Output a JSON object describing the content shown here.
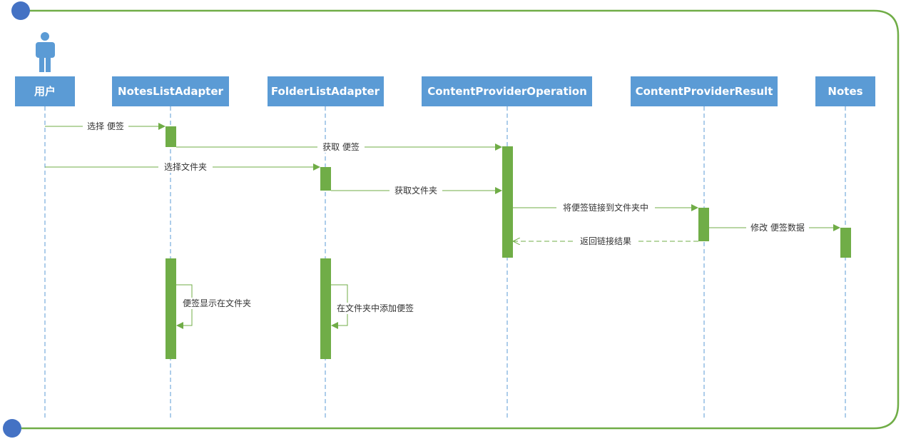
{
  "colors": {
    "frame": "#70ad47",
    "corner_dot": "#4472c4",
    "actor_box": "#5b9bd5",
    "actor_text": "#ffffff",
    "lifeline": "#5b9bd5",
    "activation": "#70ad47",
    "message": "#70ad47",
    "label": "#333333"
  },
  "icons": {
    "user": "person-icon"
  },
  "participants": [
    {
      "id": "user",
      "label": "用户",
      "has_icon": true
    },
    {
      "id": "notes_list_adapter",
      "label": "NotesListAdapter"
    },
    {
      "id": "folder_list_adapter",
      "label": "FolderListAdapter"
    },
    {
      "id": "content_provider_operation",
      "label": "ContentProviderOperation"
    },
    {
      "id": "content_provider_result",
      "label": "ContentProviderResult"
    },
    {
      "id": "notes",
      "label": "Notes"
    }
  ],
  "messages": [
    {
      "from": "user",
      "to": "notes_list_adapter",
      "label": "选择 便签",
      "style": "solid"
    },
    {
      "from": "notes_list_adapter",
      "to": "content_provider_operation",
      "label": "获取 便签",
      "style": "solid"
    },
    {
      "from": "user",
      "to": "folder_list_adapter",
      "label": "选择文件夹",
      "style": "solid"
    },
    {
      "from": "folder_list_adapter",
      "to": "content_provider_operation",
      "label": "获取文件夹",
      "style": "solid"
    },
    {
      "from": "content_provider_operation",
      "to": "content_provider_result",
      "label": "将便签链接到文件夹中",
      "style": "solid"
    },
    {
      "from": "content_provider_result",
      "to": "notes",
      "label": "修改 便签数据",
      "style": "solid"
    },
    {
      "from": "content_provider_result",
      "to": "content_provider_operation",
      "label": "返回链接结果",
      "style": "dashed"
    },
    {
      "from": "notes_list_adapter",
      "to": "notes_list_adapter",
      "label": "便签显示在文件夹",
      "style": "self"
    },
    {
      "from": "folder_list_adapter",
      "to": "folder_list_adapter",
      "label": "在文件夹中添加便签",
      "style": "self"
    }
  ]
}
